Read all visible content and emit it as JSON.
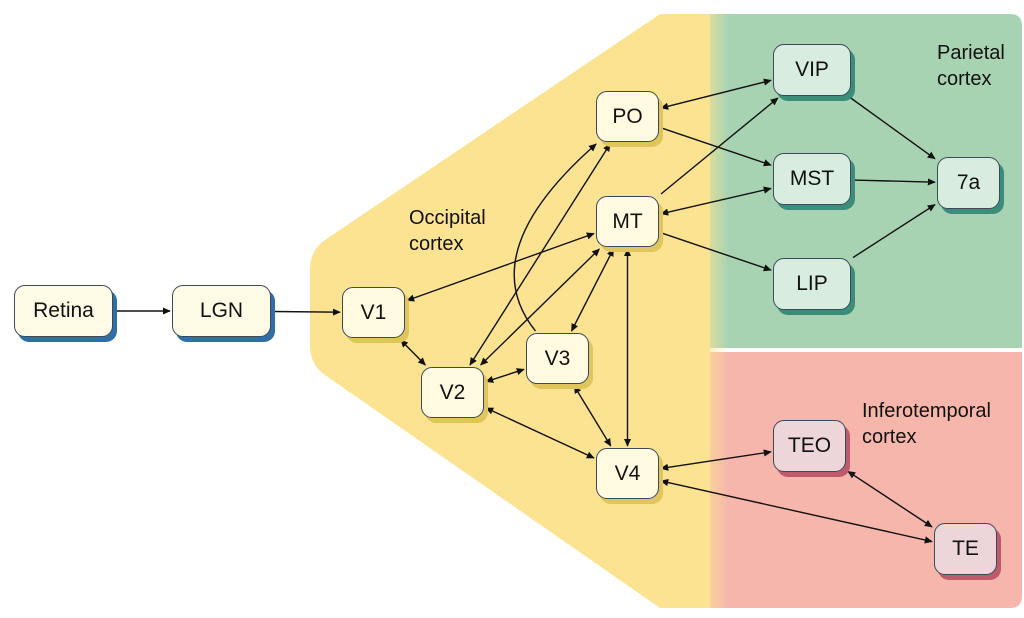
{
  "regions": {
    "occipital": {
      "line1": "Occipital",
      "line2": "cortex",
      "color": "#fbe391"
    },
    "parietal": {
      "line1": "Parietal",
      "line2": "cortex",
      "color": "#a8d3b2"
    },
    "inferotemporal": {
      "line1": "Inferotemporal",
      "line2": "cortex",
      "color": "#f6b6ab"
    }
  },
  "nodes": {
    "retina": "Retina",
    "lgn": "LGN",
    "v1": "V1",
    "v2": "V2",
    "v3": "V3",
    "v4": "V4",
    "po": "PO",
    "mt": "MT",
    "vip": "VIP",
    "mst": "MST",
    "lip": "LIP",
    "a7": "7a",
    "teo": "TEO",
    "te": "TE"
  },
  "connections": [
    {
      "from": "retina",
      "to": "lgn",
      "type": "forward"
    },
    {
      "from": "lgn",
      "to": "v1",
      "type": "forward"
    },
    {
      "from": "v1",
      "to": "v2",
      "type": "bidirectional"
    },
    {
      "from": "v1",
      "to": "mt",
      "type": "bidirectional"
    },
    {
      "from": "v2",
      "to": "v3",
      "type": "bidirectional"
    },
    {
      "from": "v2",
      "to": "po",
      "type": "bidirectional"
    },
    {
      "from": "v2",
      "to": "mt",
      "type": "bidirectional"
    },
    {
      "from": "v2",
      "to": "v4",
      "type": "bidirectional"
    },
    {
      "from": "v3",
      "to": "po",
      "type": "forward",
      "curved": true
    },
    {
      "from": "v3",
      "to": "mt",
      "type": "bidirectional"
    },
    {
      "from": "v3",
      "to": "v4",
      "type": "bidirectional"
    },
    {
      "from": "mt",
      "to": "v4",
      "type": "bidirectional"
    },
    {
      "from": "po",
      "to": "vip",
      "type": "bidirectional"
    },
    {
      "from": "po",
      "to": "mst",
      "type": "forward"
    },
    {
      "from": "mt",
      "to": "vip",
      "type": "forward"
    },
    {
      "from": "mt",
      "to": "mst",
      "type": "bidirectional"
    },
    {
      "from": "mt",
      "to": "lip",
      "type": "forward"
    },
    {
      "from": "vip",
      "to": "a7",
      "type": "forward"
    },
    {
      "from": "mst",
      "to": "a7",
      "type": "forward"
    },
    {
      "from": "lip",
      "to": "a7",
      "type": "forward"
    },
    {
      "from": "v4",
      "to": "teo",
      "type": "bidirectional"
    },
    {
      "from": "v4",
      "to": "te",
      "type": "bidirectional"
    },
    {
      "from": "teo",
      "to": "te",
      "type": "bidirectional"
    }
  ]
}
